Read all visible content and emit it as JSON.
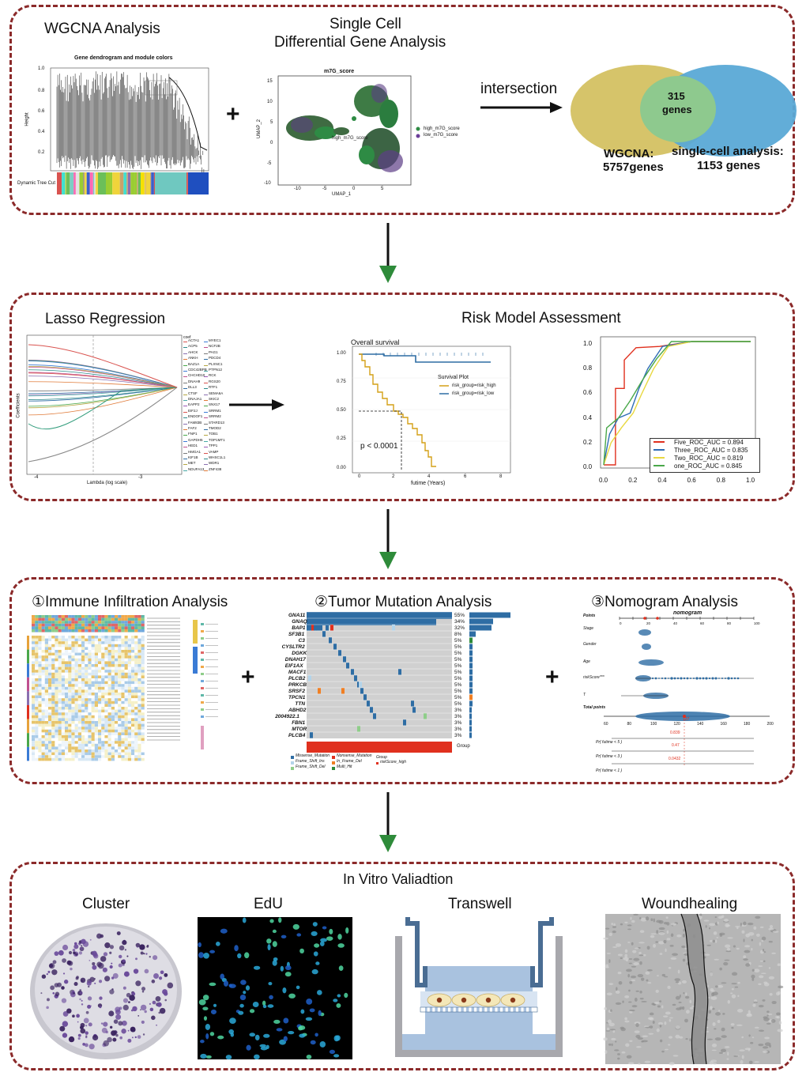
{
  "panel1": {
    "wgcna_title": "WGCNA  Analysis",
    "dendro_title": "Gene dendrogram and module colors",
    "dendro_ylabel": "Height",
    "dendro_yticks": [
      "1.0",
      "0.8",
      "0.6",
      "0.4",
      "0.2"
    ],
    "dendro_bar_label": "Dynamic Tree Cut",
    "single_cell_title_1": "Single Cell",
    "single_cell_title_2": "Differential Gene Analysis",
    "umap_title": "m7G_score",
    "umap_xlabel": "UMAP_1",
    "umap_ylabel": "UMAP_2",
    "umap_xticks": [
      "-10",
      "-5",
      "0",
      "5"
    ],
    "umap_yticks": [
      "15",
      "10",
      "5",
      "0",
      "-5",
      "-10"
    ],
    "umap_legend": [
      "high_m7G_score",
      "low_m7G_score"
    ],
    "umap_inline_label": "high_m7G_score",
    "plus": "+",
    "intersection": "intersection",
    "venn_center_1": "315",
    "venn_center_2": "genes",
    "venn_left_1": "WGCNA:",
    "venn_left_2": "5757genes",
    "venn_right_1": "single-cell analysis:",
    "venn_right_2": "1153 genes"
  },
  "panel2": {
    "lasso_title": "Lasso Regression",
    "lasso_ylabel": "Coefficients",
    "lasso_xlabel": "Lambda (log scale)",
    "lasso_legend_header": "coef",
    "lasso_genes_left": [
      "ACTA1",
      "ACP5",
      "AHCK",
      "ANKH",
      "BAZ1A",
      "CDC42BPB",
      "CHCHD10",
      "DNAH9",
      "DLL3",
      "CTSF",
      "DNAJA1",
      "EAPP2",
      "EIF2J",
      "ENDOF1",
      "FAM83B",
      "FAF2",
      "FNP1",
      "GAPDH5",
      "HED1",
      "HMGA1",
      "KIF1B",
      "MET",
      "NDUFA13"
    ],
    "lasso_genes_right": [
      "MYEC1",
      "NCF2B",
      "PAG1",
      "PDCD4",
      "PLXNC1",
      "PTPN12",
      "RCK",
      "RGS20",
      "RTF1",
      "SEMA6A",
      "SKIC2",
      "SNX17",
      "SRRM1",
      "SRRM2",
      "STARD13",
      "TMOD2",
      "TOB1",
      "TOP1MT1",
      "TPP1",
      "VAMP",
      "WHSC1L1",
      "WDR1",
      "ZNF438"
    ],
    "lasso_xticks": [
      "-4",
      "-3"
    ],
    "risk_title": "Risk Model Assessment",
    "km_title": "Overall survival",
    "km_legend_title": "Survival Plot",
    "km_legend": [
      "risk_group=risk_high",
      "risk_group=risk_low"
    ],
    "km_pvalue": "p < 0.0001",
    "km_xlabel": "futime (Years)",
    "km_yticks": [
      "1.00",
      "0.75",
      "0.50",
      "0.25",
      "0.00"
    ],
    "km_xticks": [
      "0",
      "2",
      "4",
      "6",
      "8"
    ],
    "roc_xticks": [
      "0.0",
      "0.2",
      "0.4",
      "0.6",
      "0.8",
      "1.0"
    ],
    "roc_yticks": [
      "1.0",
      "0.8",
      "0.6",
      "0.4",
      "0.2",
      "0.0"
    ],
    "roc_legend": [
      {
        "label": "Five_ROC_AUC = 0.894",
        "color": "#e0301e"
      },
      {
        "label": "Three_ROC_AUC = 0.835",
        "color": "#2f6db5"
      },
      {
        "label": "Two_ROC_AUC = 0.819",
        "color": "#e8d840"
      },
      {
        "label": "one_ROC_AUC = 0.845",
        "color": "#4aa84a"
      }
    ]
  },
  "panel3": {
    "immune_title": "①Immune Infiltration Analysis",
    "mutation_title": "②Tumor Mutation Analysis",
    "nomogram_title": "③Nomogram Analysis",
    "mutation_genes": [
      "GNA11",
      "GNAQ",
      "BAP1",
      "SF3B1",
      "C3",
      "CYSLTR2",
      "DGKK",
      "DNAH17",
      "EIF1AX",
      "MACF1",
      "PLCB2",
      "PRKCB",
      "SRSF2",
      "TPCN1",
      "TTN",
      "ABHD2",
      "2004922.1",
      "FBN1",
      "MTOR",
      "PLCB4"
    ],
    "mutation_pcts": [
      "55%",
      "34%",
      "32%",
      "8%",
      "5%",
      "5%",
      "5%",
      "5%",
      "5%",
      "5%",
      "5%",
      "5%",
      "5%",
      "5%",
      "5%",
      "3%",
      "3%",
      "3%",
      "3%",
      "3%"
    ],
    "mutation_group_label": "Group",
    "mutation_legend": [
      "Missense_Mutation",
      "Nonsense_Mutation",
      "Frame_Shift_Ins",
      "In_Frame_Del",
      "Frame_Shift_Del",
      "Multi_Hit"
    ],
    "mutation_group_legend_title": "Group",
    "mutation_group_legend": "riskScore_high",
    "nomo_title": "nomogram",
    "nomo_rows": [
      "Points",
      "Stage",
      "Gender",
      "Age",
      "riskScore***",
      "T",
      "Total points",
      "Pr( futime < 5 )",
      "Pr( futime < 3 )",
      "Pr( futime < 1 )"
    ],
    "nomo_points_ticks": [
      "0",
      "20",
      "40",
      "60",
      "80",
      "100"
    ],
    "nomo_total_ticks": [
      "60",
      "80",
      "100",
      "120",
      "140",
      "160",
      "180",
      "200"
    ],
    "nomo_total_value": "127",
    "nomo_pr5_value": "0.839",
    "nomo_pr3_value": "0.47",
    "nomo_pr1_value": "0.0432"
  },
  "panel4": {
    "title": "In Vitro Valiadtion",
    "cluster": "Cluster",
    "edu": "EdU",
    "transwell": "Transwell",
    "woundhealing": "Woundhealing"
  }
}
